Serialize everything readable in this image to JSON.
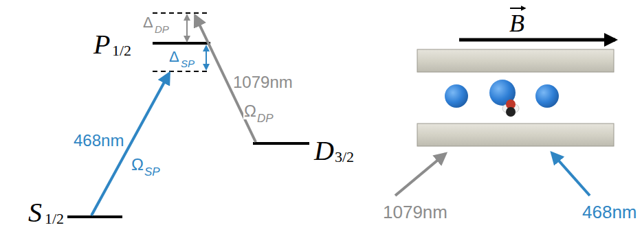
{
  "diagram": {
    "labels": [
      "Δ",
      "DP",
      "P",
      "1/2",
      "Δ",
      "SP",
      "1079nm",
      "Ω",
      "DP",
      "468nm",
      "Ω",
      "SP",
      "D",
      "3/2",
      "S",
      "1/2",
      "B",
      "1079nm",
      "468nm"
    ]
  }
}
